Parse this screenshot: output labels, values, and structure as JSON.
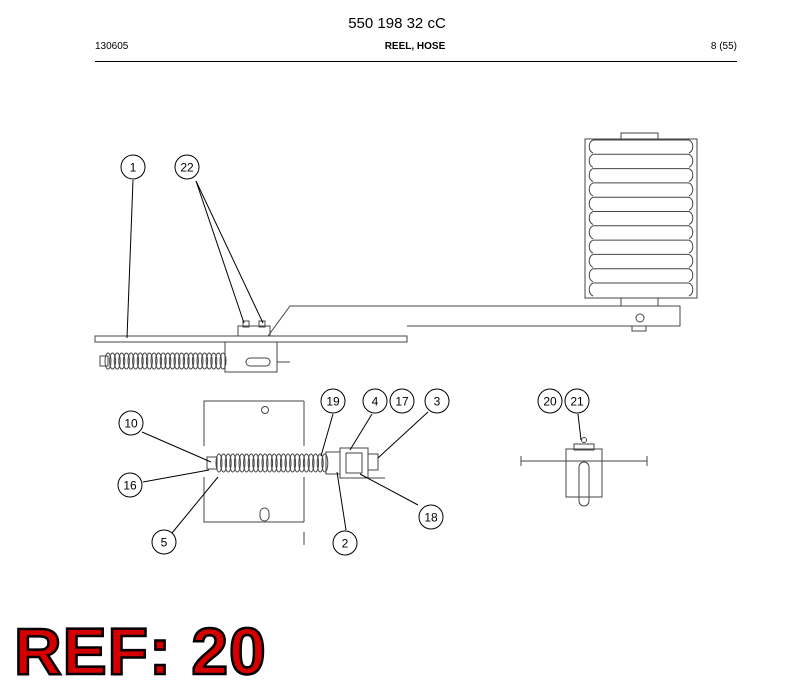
{
  "header": {
    "doc_number": "550 198 32 cC",
    "date_code": "130605",
    "section_title": "REEL, HOSE",
    "page": "8 (55)"
  },
  "callouts": [
    "1",
    "22",
    "19",
    "4",
    "17",
    "3",
    "20",
    "21",
    "10",
    "16",
    "5",
    "2",
    "18"
  ],
  "ref_label": "REF: 20",
  "colors": {
    "ref_fill": "#d40000",
    "ref_outline": "#000000",
    "line": "#000000",
    "part_stroke": "#444444"
  }
}
